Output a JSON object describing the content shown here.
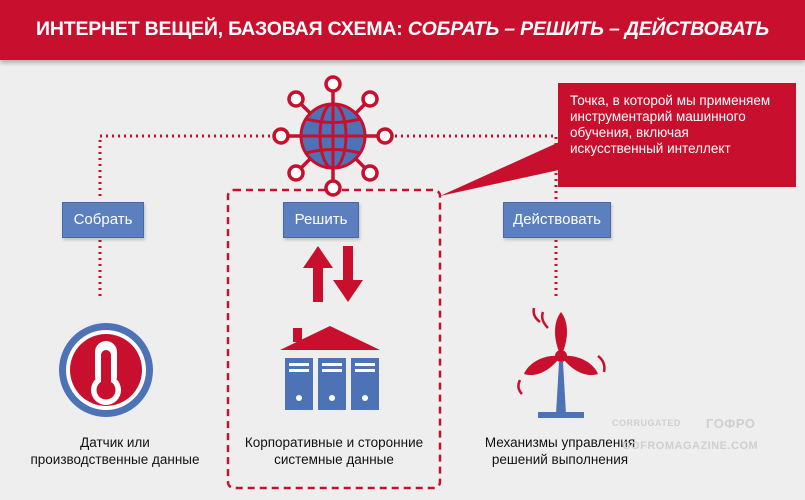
{
  "header": {
    "title_plain": "ИНТЕРНЕТ ВЕЩЕЙ, БАЗОВАЯ СХЕМА: ",
    "title_italic": "СОБРАТЬ – РЕШИТЬ – ДЕЙСТВОВАТЬ"
  },
  "stages": {
    "collect": "Собрать",
    "decide": "Решить",
    "act": "Действовать"
  },
  "captions": {
    "sensor_line1": "Датчик или",
    "sensor_line2": "производственные данные",
    "systems_line1": "Корпоративные и сторонние",
    "systems_line2": "системные данные",
    "actuators_line1": "Механизмы управления",
    "actuators_line2": "решений выполнения"
  },
  "callout": {
    "text": "Точка, в которой мы применяем инструментарий машинного обучения, включая искусственный интеллект"
  },
  "watermark": {
    "line1": "CORRUGATED",
    "brand": "ГОФРО",
    "line2": "GOFROMAGAZINE.COM"
  },
  "colors": {
    "accent_red": "#c8102e",
    "button_blue": "#5b7fbf",
    "icon_blue": "#4d73b6",
    "background": "#eeeeee"
  },
  "icons": [
    "globe-network-icon",
    "thermometer-icon",
    "house-servers-icon",
    "wind-turbine-icon",
    "bidirectional-arrows-icon"
  ]
}
